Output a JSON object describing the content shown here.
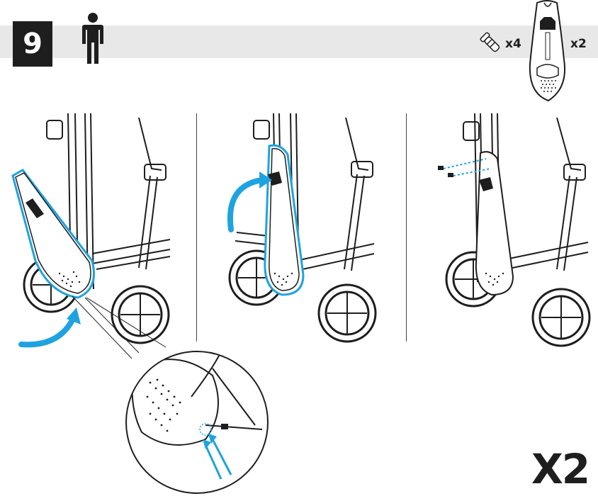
{
  "step": {
    "number": "9"
  },
  "parts": {
    "screw": {
      "icon": "screw-icon",
      "count": "x4"
    },
    "cover": {
      "icon": "cover-shell-icon",
      "count": "x2"
    }
  },
  "people": {
    "icon": "person-icon",
    "count": 1
  },
  "repeat": {
    "label": "X2"
  },
  "colors": {
    "accent": "#1ea3e0",
    "header_band": "#e8e8e8",
    "step_box": "#1e1e1e",
    "ink": "#1e1e1e"
  }
}
